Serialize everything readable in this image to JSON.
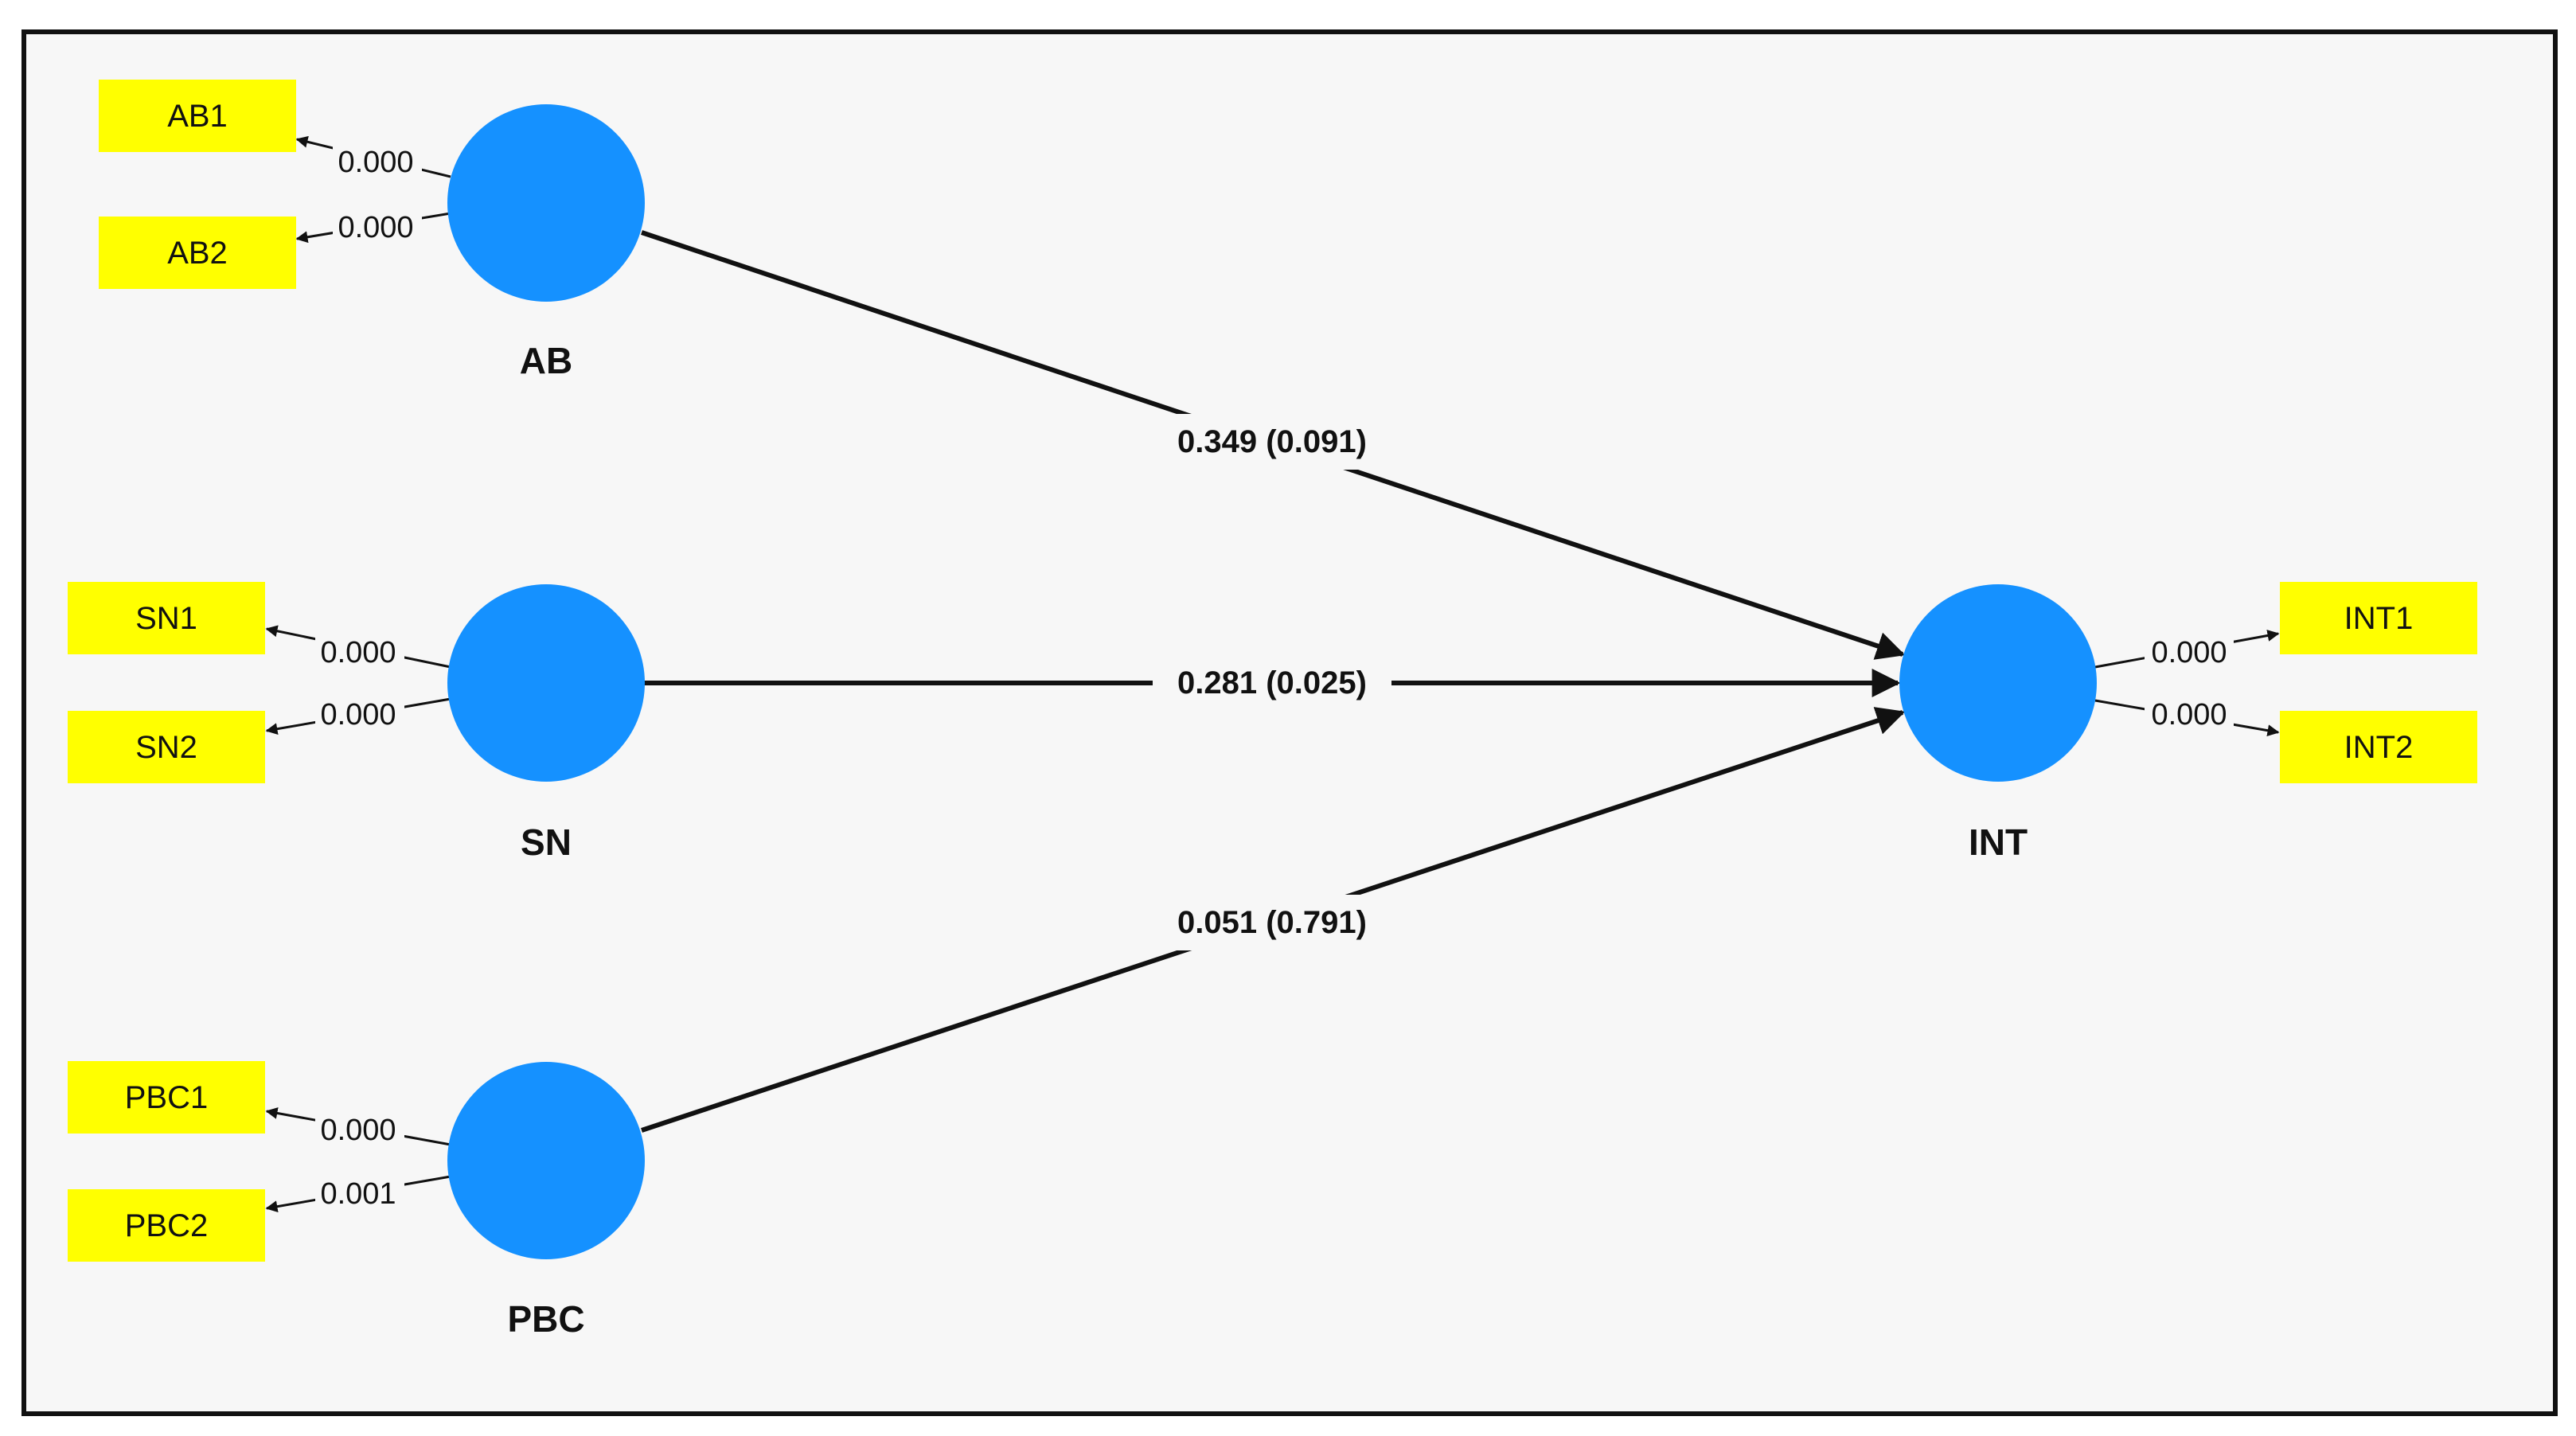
{
  "colors": {
    "construct": "#1591ff",
    "indicator": "#ffff00",
    "background": "#f7f7f7",
    "line": "#111111"
  },
  "constructs": {
    "AB": "AB",
    "SN": "SN",
    "PBC": "PBC",
    "INT": "INT"
  },
  "indicators": {
    "AB1": "AB1",
    "AB2": "AB2",
    "SN1": "SN1",
    "SN2": "SN2",
    "PBC1": "PBC1",
    "PBC2": "PBC2",
    "INT1": "INT1",
    "INT2": "INT2"
  },
  "loadings": {
    "AB1": "0.000",
    "AB2": "0.000",
    "SN1": "0.000",
    "SN2": "0.000",
    "PBC1": "0.000",
    "PBC2": "0.001",
    "INT1": "0.000",
    "INT2": "0.000"
  },
  "paths": {
    "AB_INT": "0.349 (0.091)",
    "SN_INT": "0.281 (0.025)",
    "PBC_INT": "0.051 (0.791)"
  }
}
